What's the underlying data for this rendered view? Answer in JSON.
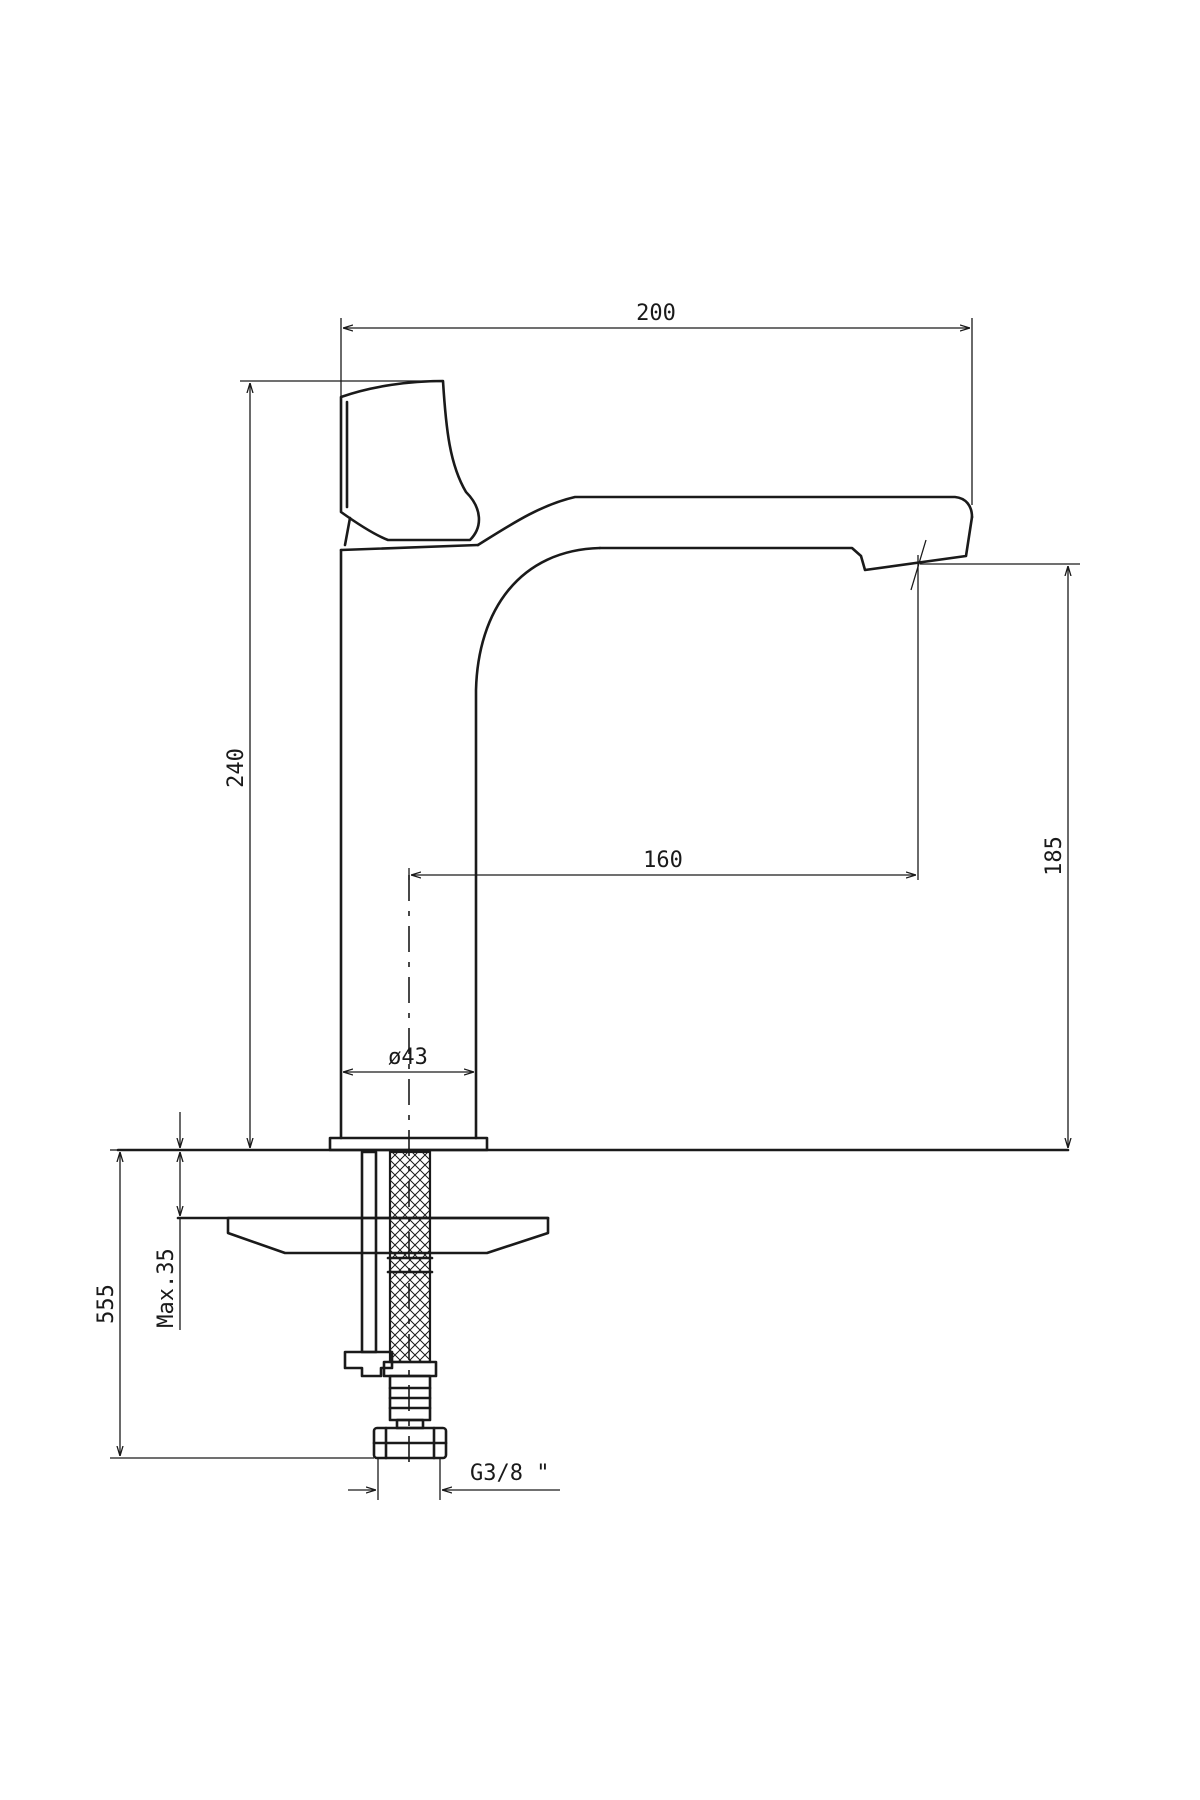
{
  "dimensions": {
    "overall_depth": "200",
    "overall_height": "240",
    "spout_reach": "160",
    "spout_height": "185",
    "body_diameter": "ø43",
    "below_deck_length": "555",
    "max_deck_thickness": "Max.35",
    "inlet_thread": "G3/8 \""
  }
}
